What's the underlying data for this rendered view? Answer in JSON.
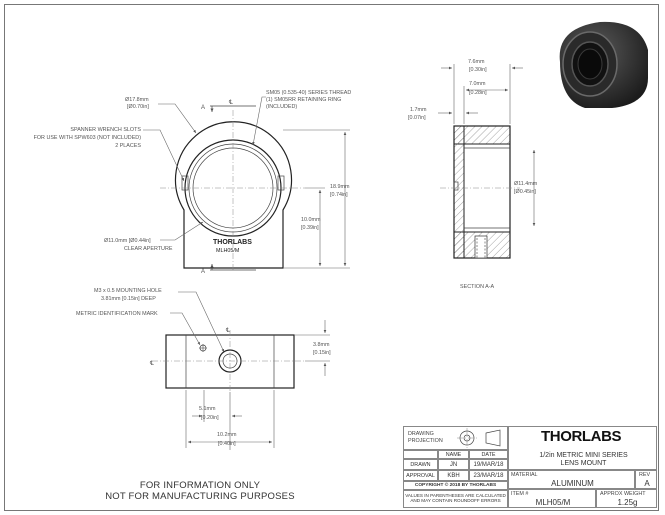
{
  "front_view": {
    "outer_dia_mm": "Ø17.8mm",
    "outer_dia_in": "[Ø0.70in]",
    "thread_line1": "SM05 (0.535-40) SERIES THREAD",
    "thread_line2": "(1) SM05RR RETAINING RING",
    "thread_line3": "(INCLUDED)",
    "slots_line1": "SPANNER WRENCH SLOTS",
    "slots_line2": "FOR USE WITH SPW603 (NOT INCLUDED)",
    "slots_line3": "2 PLACES",
    "height_mm": "18.9mm",
    "height_in": "[0.74in]",
    "axis_mm": "10.0mm",
    "axis_in": "[0.39in]",
    "aperture_mm": "Ø11.0mm [Ø0.44in]",
    "aperture_label": "CLEAR APERTURE",
    "engraving_brand": "THORLABS",
    "engraving_part": "MLH05/M",
    "section_letter": "A",
    "cl_symbol": "℄"
  },
  "section_view": {
    "width_mm": "7.6mm",
    "width_in": "[0.30in]",
    "inner_mm": "7.0mm",
    "inner_in": "[0.28in]",
    "lip_mm": "1.7mm",
    "lip_in": "[0.07in]",
    "bore_mm": "Ø11.4mm",
    "bore_in": "[Ø0.45in]",
    "title": "SECTION A-A"
  },
  "bottom_view": {
    "hole_line1": "M3 x 0.5 MOUNTING HOLE",
    "hole_line2": "3.81mm [0.15in] DEEP",
    "metric_mark": "METRIC IDENTIFICATION MARK",
    "depth_mm": "3.8mm",
    "depth_in": "[0.15in]",
    "offset_mm": "5.1mm",
    "offset_in": "[0.20in]",
    "length_mm": "10.2mm",
    "length_in": "[0.40in]"
  },
  "footer": {
    "line1": "FOR INFORMATION ONLY",
    "line2": "NOT FOR MANUFACTURING PURPOSES"
  },
  "title_block": {
    "brand": "THORLABS",
    "drawing_label": "DRAWING",
    "projection_label": "PROJECTION",
    "name_label": "NAME",
    "date_label": "DATE",
    "drawn_label": "DRAWN",
    "drawn_name": "JN",
    "drawn_date": "19/MAR/18",
    "approval_label": "APPROVAL",
    "approval_name": "KBH",
    "approval_date": "23/MAR/18",
    "copyright": "COPYRIGHT © 2018 BY THORLABS",
    "note_line1": "VALUES IN PARENTHESES ARE CALCULATED",
    "note_line2": "AND MAY CONTAIN ROUNDOFF ERRORS",
    "desc_line1": "1/2in METRIC MINI SERIES",
    "desc_line2": "LENS MOUNT",
    "material_label": "MATERIAL",
    "material": "ALUMINUM",
    "rev_label": "REV",
    "rev": "A",
    "item_label": "ITEM #",
    "item": "MLH05/M",
    "weight_label": "APPROX WEIGHT",
    "weight": "1.25g"
  }
}
